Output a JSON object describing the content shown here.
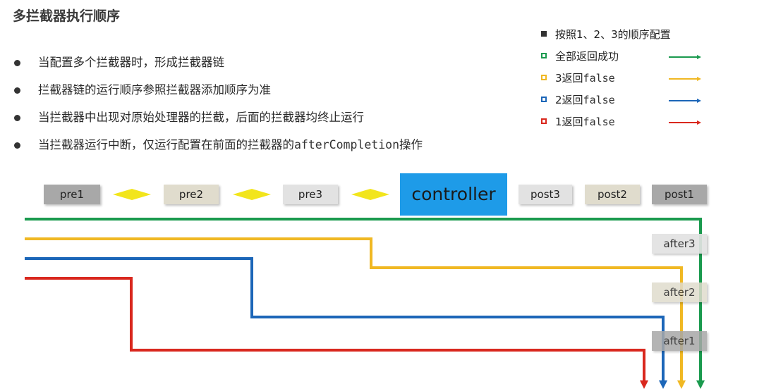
{
  "title": "多拦截器执行顺序",
  "bullets": [
    {
      "text": "当配置多个拦截器时，形成拦截器链"
    },
    {
      "text": "拦截器链的运行顺序参照拦截器添加顺序为准"
    },
    {
      "text": "当拦截器中出现对原始处理器的拦截，后面的拦截器均终止运行"
    },
    {
      "text": "当拦截器运行中断，仅运行配置在前面的拦截器的",
      "code": "afterCompletion",
      "suffix": "操作"
    }
  ],
  "legend": [
    {
      "prefix": "按照1、2、3的顺序配置",
      "code": "",
      "marker": "filled",
      "color": "#333333"
    },
    {
      "prefix": "全部返回成功",
      "code": "",
      "marker": "outline",
      "color": "#1a9a4e"
    },
    {
      "prefix": "3返回",
      "code": "false",
      "marker": "outline",
      "color": "#f0b823"
    },
    {
      "prefix": "2返回",
      "code": "false",
      "marker": "outline",
      "color": "#1c66b8"
    },
    {
      "prefix": "1返回",
      "code": "false",
      "marker": "outline",
      "color": "#d9281e"
    }
  ],
  "flow": {
    "pre1": "pre1",
    "pre2": "pre2",
    "pre3": "pre3",
    "controller": "controller",
    "post3": "post3",
    "post2": "post2",
    "post1": "post1",
    "after3": "after3",
    "after2": "after2",
    "after1": "after1"
  },
  "colors": {
    "green": "#1a9a4e",
    "yellow": "#f0b823",
    "blue": "#1c66b8",
    "red": "#d9281e",
    "controller": "#1e9be8",
    "diamond": "#f2e51c",
    "box_dark": "#a8a8a8",
    "box_beige": "#e0dccd",
    "box_light": "#e2e2e2"
  }
}
